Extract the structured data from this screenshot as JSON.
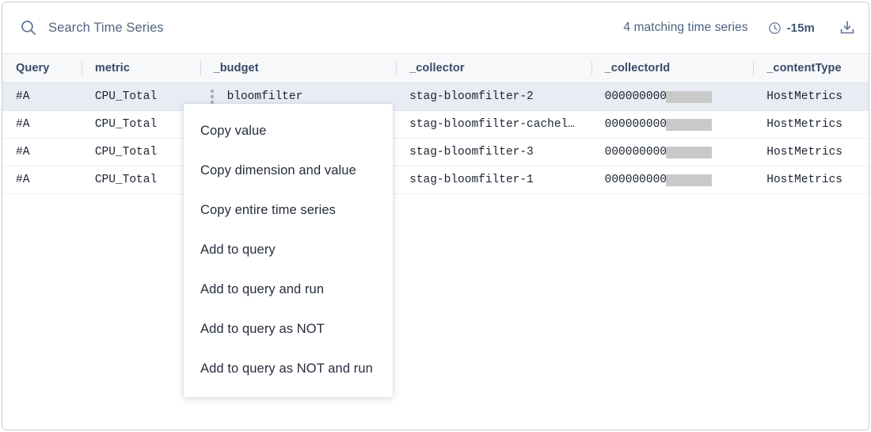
{
  "search": {
    "placeholder": "Search Time Series",
    "value": "",
    "icon": "search-icon"
  },
  "header": {
    "match_count": "4 matching time series",
    "time_range": "-15m",
    "clock_icon": "clock-icon",
    "export_icon": "download-icon"
  },
  "table": {
    "columns": [
      {
        "key": "query",
        "label": "Query"
      },
      {
        "key": "metric",
        "label": "metric"
      },
      {
        "key": "budget",
        "label": "_budget"
      },
      {
        "key": "collector",
        "label": "_collector"
      },
      {
        "key": "collectorid",
        "label": "_collectorId"
      },
      {
        "key": "contenttype",
        "label": "_contentType"
      }
    ],
    "rows": [
      {
        "query": "#A",
        "metric": "CPU_Total",
        "budget": "bloomfilter",
        "collector": "stag-bloomfilter-2",
        "collectorid": "000000000",
        "collectorid_redacted": true,
        "contenttype": "HostMetrics",
        "selected": true
      },
      {
        "query": "#A",
        "metric": "CPU_Total",
        "budget": "",
        "collector": "stag-bloomfilter-cachel…",
        "collectorid": "000000000",
        "collectorid_redacted": true,
        "contenttype": "HostMetrics",
        "selected": false
      },
      {
        "query": "#A",
        "metric": "CPU_Total",
        "budget": "",
        "collector": "stag-bloomfilter-3",
        "collectorid": "000000000",
        "collectorid_redacted": true,
        "contenttype": "HostMetrics",
        "selected": false
      },
      {
        "query": "#A",
        "metric": "CPU_Total",
        "budget": "",
        "collector": "stag-bloomfilter-1",
        "collectorid": "000000000",
        "collectorid_redacted": true,
        "contenttype": "HostMetrics",
        "selected": false
      }
    ]
  },
  "context_menu": {
    "items": [
      {
        "label": "Copy value"
      },
      {
        "label": "Copy dimension and value"
      },
      {
        "label": "Copy entire time series"
      },
      {
        "label": "Add to query"
      },
      {
        "label": "Add to query and run"
      },
      {
        "label": "Add to query as NOT"
      },
      {
        "label": "Add to query as NOT and run"
      }
    ]
  },
  "colors": {
    "selected_row": "#e8ecf3",
    "header_bg": "#f7f8fa",
    "text_primary": "#1b2330",
    "text_muted": "#4c6182",
    "redaction": "#c9c9c9"
  }
}
